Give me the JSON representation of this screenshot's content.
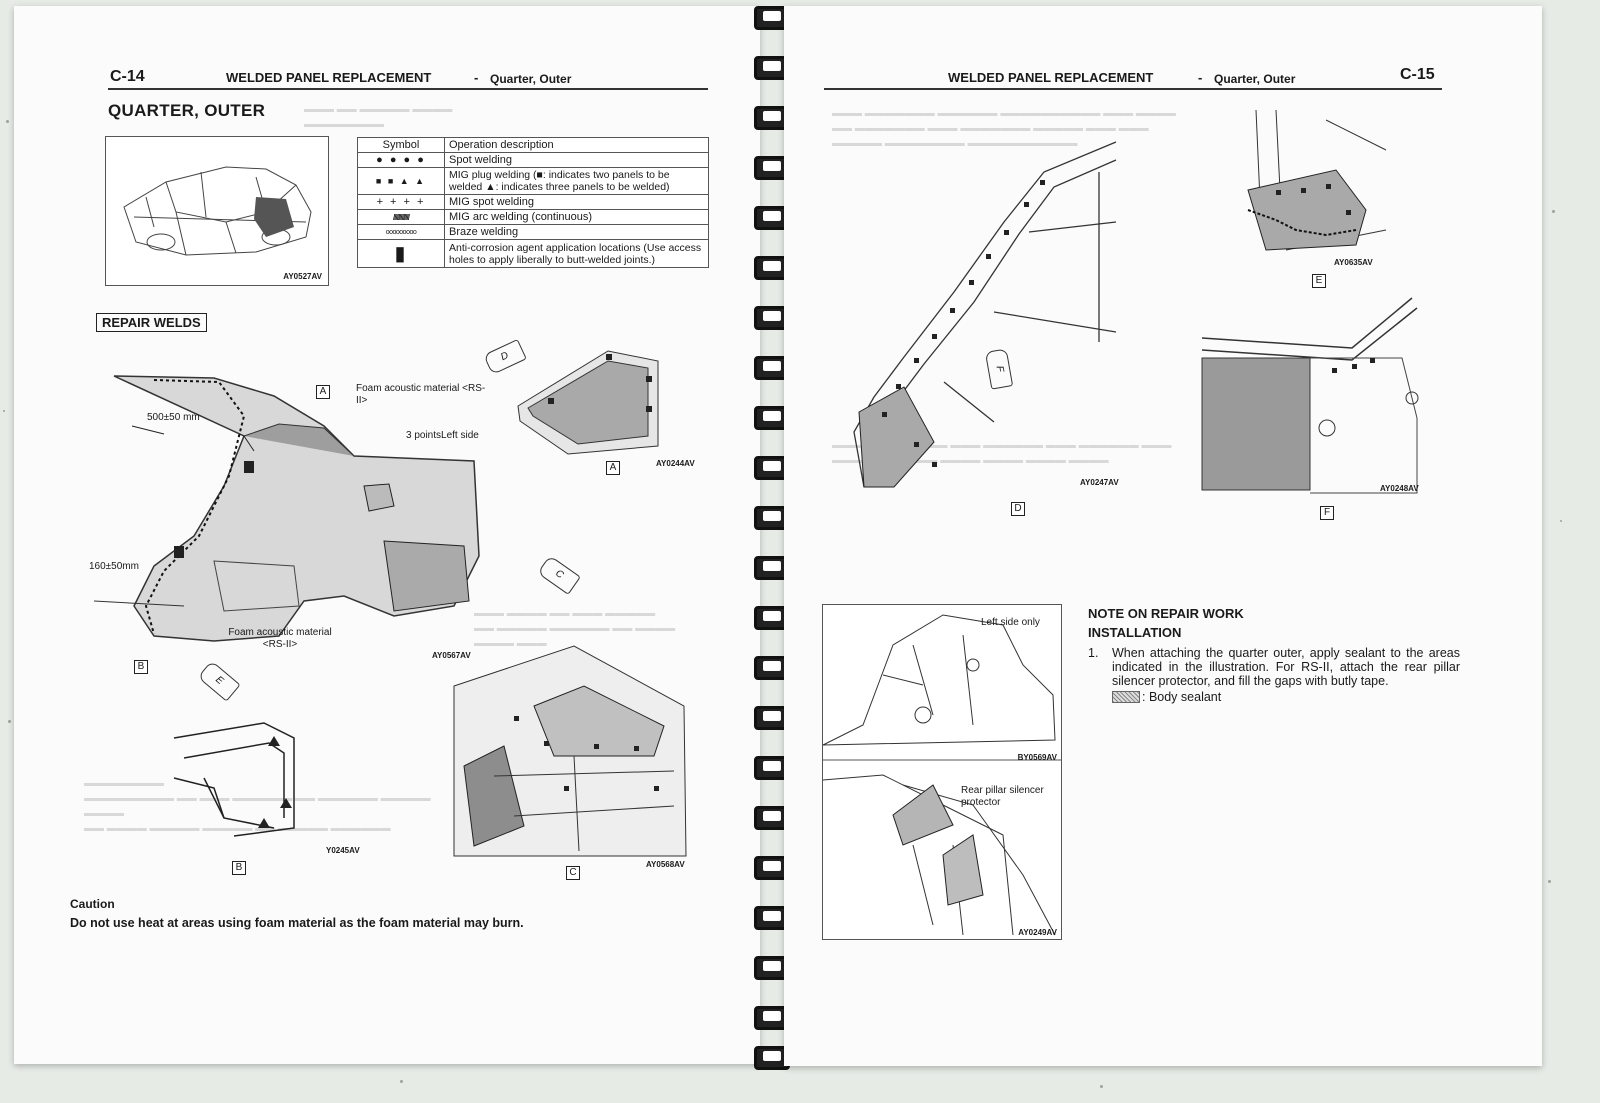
{
  "left_page": {
    "header_code": "C-14",
    "header_title": "WELDED PANEL REPLACEMENT",
    "header_sep": "-",
    "header_sub": "Quarter, Outer",
    "section_title": "QUARTER, OUTER",
    "overview_code": "AY0527AV",
    "symbol_table": {
      "header_symbol": "Symbol",
      "header_desc": "Operation description",
      "rows": [
        {
          "symbol": "● ● ● ●",
          "desc": "Spot welding"
        },
        {
          "symbol": "■ ■ ▲ ▲",
          "desc": "MIG plug welding (■: indicates two panels to be welded ▲: indicates three panels to be welded)"
        },
        {
          "symbol": "+ + + +",
          "desc": "MIG spot welding"
        },
        {
          "symbol": "/////////////",
          "desc": "MIG arc welding (continuous)"
        },
        {
          "symbol": "ooooooooo",
          "desc": "Braze welding"
        },
        {
          "symbol": "▮",
          "desc": "Anti-corrosion agent application locations (Use access holes to apply liberally to butt-welded joints.)"
        }
      ]
    },
    "repair_welds_title": "REPAIR WELDS",
    "labels": {
      "foam_top": "Foam acoustic material <RS-II>",
      "three_points": "3 pointsLeft side",
      "dim_500": "500±50 mm",
      "dim_160": "160±50mm",
      "foam_bottom": "Foam acoustic material <RS-II>"
    },
    "detail_letters": {
      "A": "A",
      "B": "B",
      "C": "C",
      "D": "D",
      "E": "E"
    },
    "fig_codes": {
      "a": "AY0244AV",
      "main": "AY0567AV",
      "b": "Y0245AV",
      "c": "AY0568AV"
    },
    "caution_title": "Caution",
    "caution_text": "Do not use heat at areas using foam material as the foam material may burn."
  },
  "right_page": {
    "header_title": "WELDED PANEL REPLACEMENT",
    "header_sep": "-",
    "header_sub": "Quarter, Outer",
    "header_code": "C-15",
    "fig_codes": {
      "d": "AY0247AV",
      "e": "AY0635AV",
      "f": "AY0248AV",
      "left_only": "BY0569AV",
      "pillar": "AY0249AV"
    },
    "detail_letters": {
      "D": "D",
      "E": "E",
      "F": "F"
    },
    "labels": {
      "left_side_only": "Left side only",
      "rear_pillar": "Rear pillar silencer protector"
    },
    "note_title": "NOTE ON REPAIR WORK",
    "install_title": "INSTALLATION",
    "step_num": "1.",
    "step_text": "When attaching the quarter outer, apply sealant to the areas indicated in the illustration. For RS-II, attach the rear pillar silencer protector, and fill the gaps with butly tape.",
    "sealant_legend": ": Body sealant"
  },
  "colors": {
    "background": "#e7ebe6",
    "paper": "#fbfbfc",
    "ink": "#1a1a1a",
    "hatch": "#8d8d8d"
  }
}
